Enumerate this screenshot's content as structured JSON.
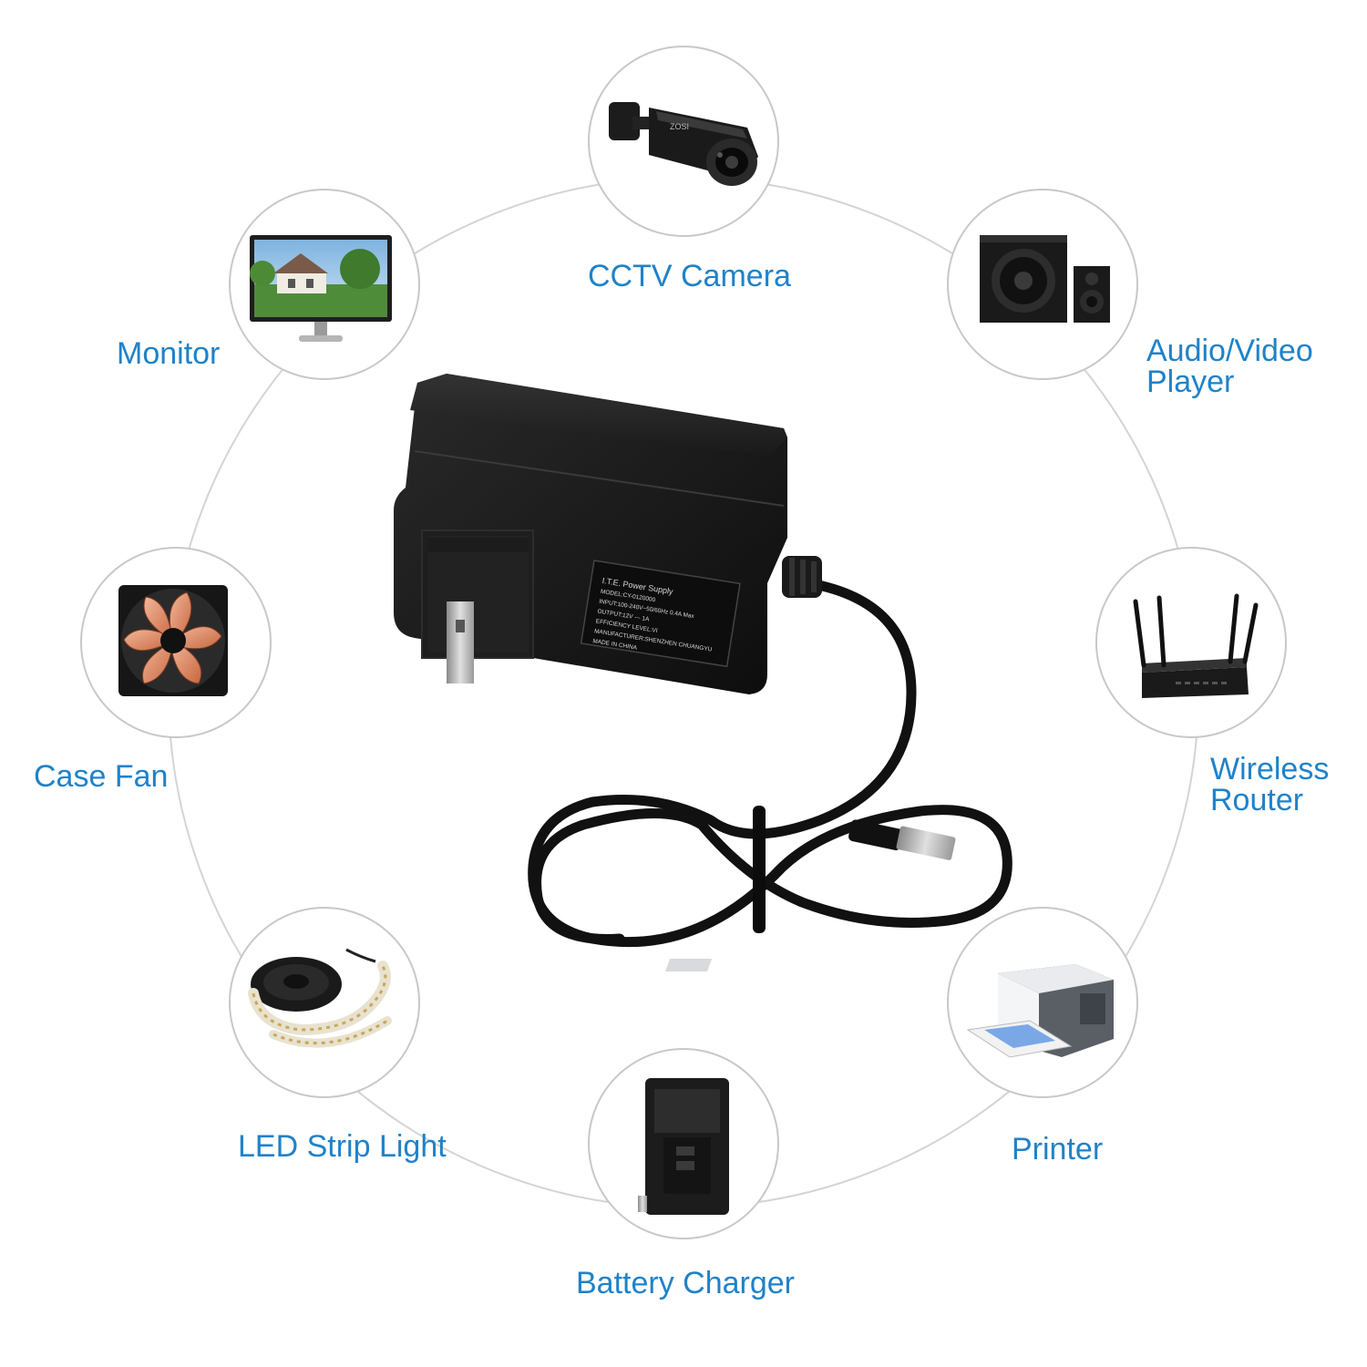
{
  "colors": {
    "label": "#1f82c9",
    "ring": "#d4d4d4",
    "adapter": "#151515",
    "cable": "#111111"
  },
  "devices": [
    {
      "id": "cctv",
      "label": "CCTV Camera",
      "icon": "cctv-camera-icon"
    },
    {
      "id": "monitor",
      "label": "Monitor",
      "icon": "monitor-icon"
    },
    {
      "id": "av",
      "label_lines": [
        "Audio/Video",
        "Player"
      ],
      "icon": "speaker-icon"
    },
    {
      "id": "fan",
      "label": "Case Fan",
      "icon": "case-fan-icon"
    },
    {
      "id": "router",
      "label_lines": [
        "Wireless",
        "Router"
      ],
      "icon": "router-icon"
    },
    {
      "id": "led",
      "label": "LED Strip Light",
      "icon": "led-strip-icon"
    },
    {
      "id": "printer",
      "label": "Printer",
      "icon": "printer-icon"
    },
    {
      "id": "charger",
      "label": "Battery Charger",
      "icon": "battery-charger-icon"
    }
  ],
  "adapter_label": {
    "lines": [
      "I.T.E. Power Supply",
      "MODEL:CY-0120000",
      "INPUT:100-240V~50/60Hz 0.4A Max",
      "OUTPUT:12V --- 1A",
      "EFFICIENCY LEVEL:VI",
      "MANUFACTURER:SHENZHEN CHUANGYU",
      "MADE IN CHINA"
    ]
  }
}
